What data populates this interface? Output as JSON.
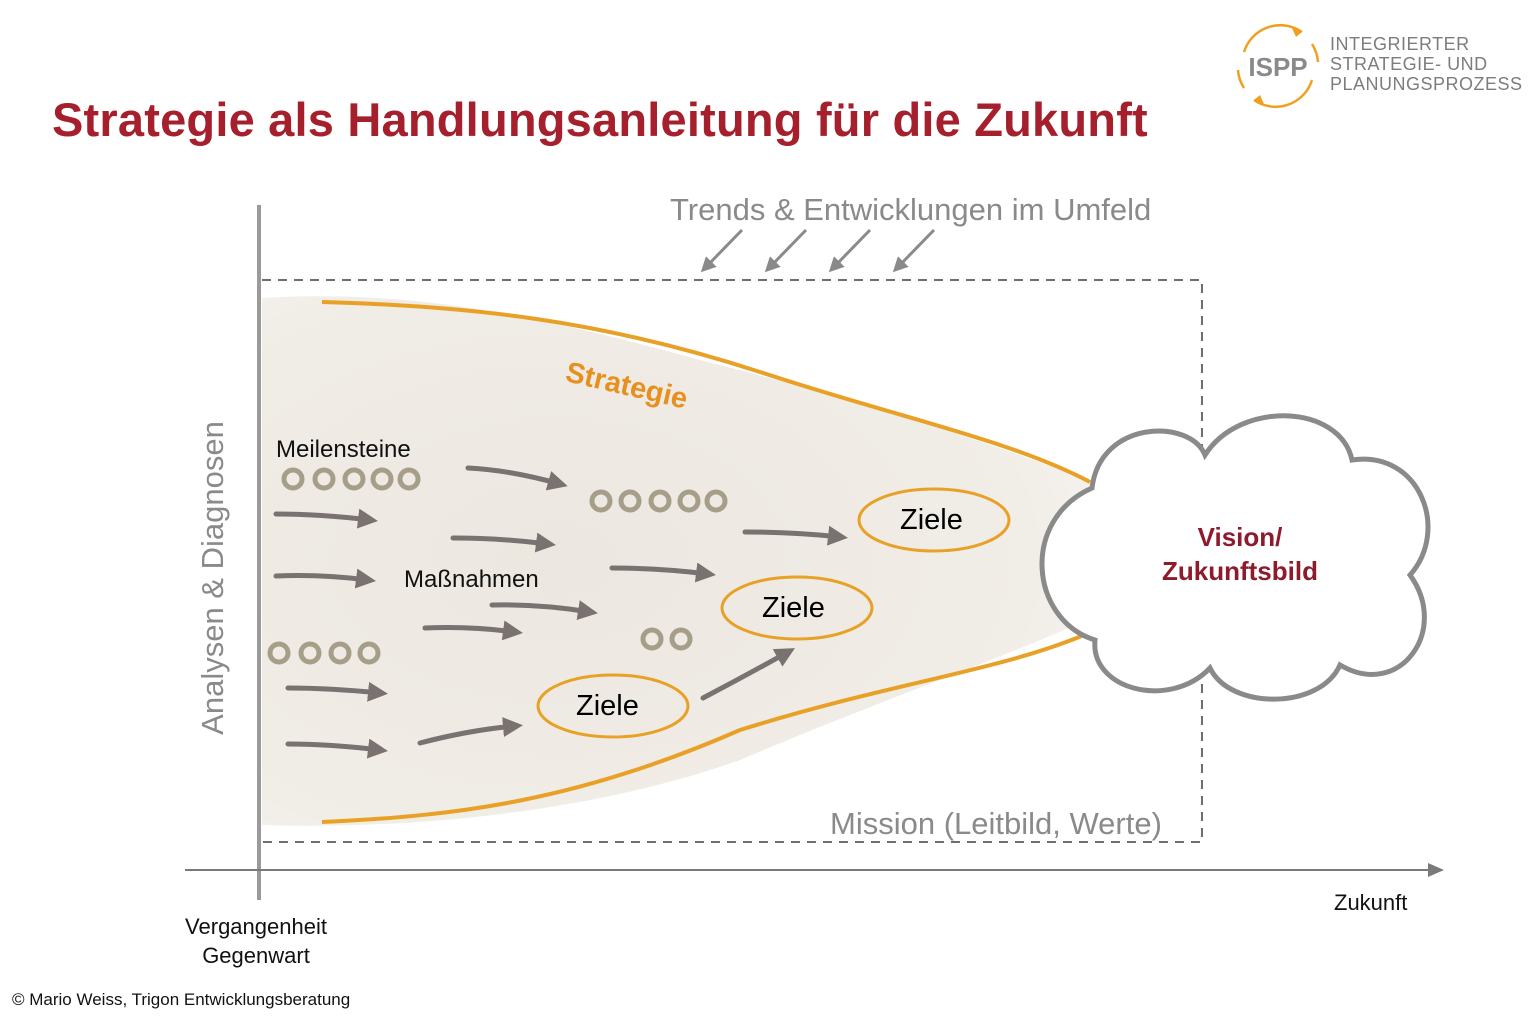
{
  "title": "Strategie als Handlungsanleitung für die Zukunft",
  "logo": {
    "abbr": "ISPP",
    "lines": [
      "INTEGRIERTER",
      "STRATEGIE- UND",
      "PLANUNGSPROZESS"
    ]
  },
  "diagram": {
    "trends": "Trends & Entwicklungen im Umfeld",
    "mission": "Mission (Leitbild, Werte)",
    "strategy": "Strategie",
    "milestones": "Meilensteine",
    "measures": "Maßnahmen",
    "goals": [
      "Ziele",
      "Ziele",
      "Ziele"
    ],
    "vision": "Vision/ Zukunftsbild",
    "y_axis": "Analysen & Diagnosen",
    "x_start": "Vergangenheit Gegenwart",
    "x_end": "Zukunft"
  },
  "copyright": "© Mario Weiss, Trigon Entwicklungsberatung",
  "colors": {
    "title": "#a51f2d",
    "accent_orange": "#e8a126",
    "vision": "#8e1b2c",
    "gray_text": "#8a8a8a",
    "arrow": "#7a7270"
  }
}
